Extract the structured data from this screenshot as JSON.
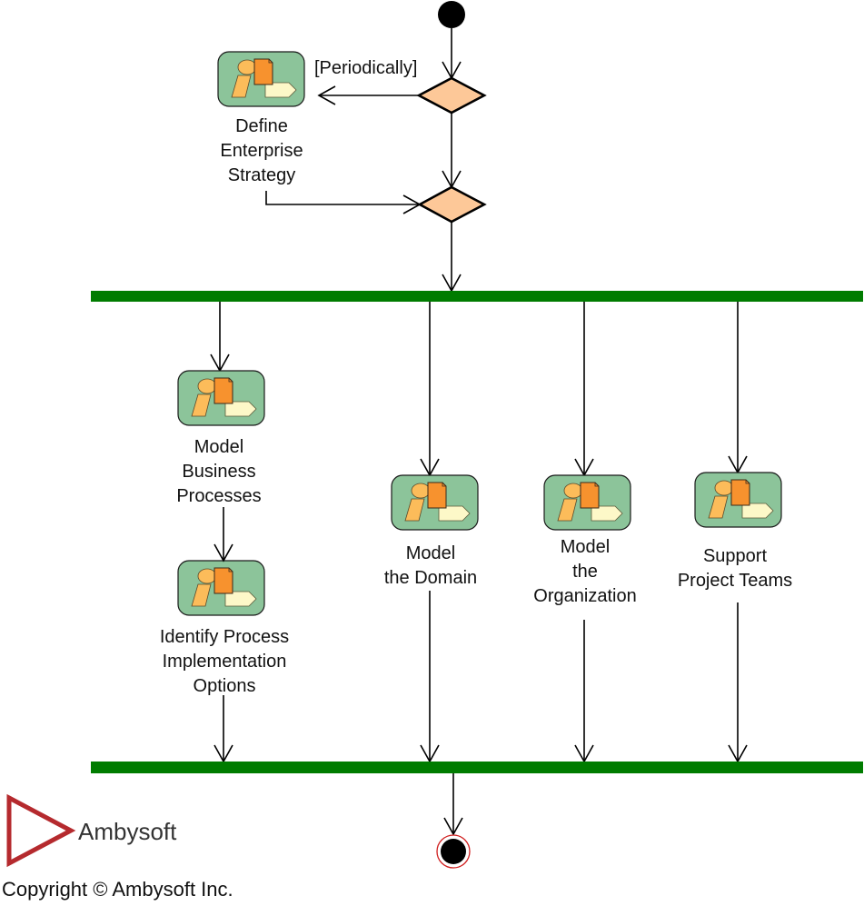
{
  "diagram": {
    "type": "UML activity diagram",
    "start_node": "initial-node",
    "end_node": "final-node",
    "decision_guard": "[Periodically]",
    "activities": [
      {
        "id": "define-enterprise-strategy",
        "label": "Define\nEnterprise\nStrategy"
      },
      {
        "id": "model-business-processes",
        "label": "Model\nBusiness\nProcesses"
      },
      {
        "id": "identify-process-implementation-options",
        "label": "Identify Process\nImplementation\nOptions"
      },
      {
        "id": "model-the-domain",
        "label": "Model\nthe Domain"
      },
      {
        "id": "model-the-organization",
        "label": "Model\nthe\nOrganization"
      },
      {
        "id": "support-project-teams",
        "label": "Support\nProject Teams"
      }
    ],
    "flows": [
      [
        "initial-node",
        "decision-1"
      ],
      [
        "decision-1",
        "define-enterprise-strategy",
        "[Periodically]"
      ],
      [
        "decision-1",
        "decision-2"
      ],
      [
        "define-enterprise-strategy",
        "decision-2"
      ],
      [
        "decision-2",
        "fork-bar"
      ],
      [
        "fork-bar",
        "model-business-processes"
      ],
      [
        "model-business-processes",
        "identify-process-implementation-options"
      ],
      [
        "fork-bar",
        "model-the-domain"
      ],
      [
        "fork-bar",
        "model-the-organization"
      ],
      [
        "fork-bar",
        "support-project-teams"
      ],
      [
        "identify-process-implementation-options",
        "join-bar"
      ],
      [
        "model-the-domain",
        "join-bar"
      ],
      [
        "model-the-organization",
        "join-bar"
      ],
      [
        "support-project-teams",
        "join-bar"
      ],
      [
        "join-bar",
        "final-node"
      ]
    ]
  },
  "colors": {
    "bar": "#007c00",
    "decision_fill": "#fdc898",
    "activity_fill": "#8cc49a",
    "logo_red": "#b52a2e"
  },
  "footer": {
    "brand": "Ambysoft",
    "copyright": "Copyright © Ambysoft Inc."
  }
}
